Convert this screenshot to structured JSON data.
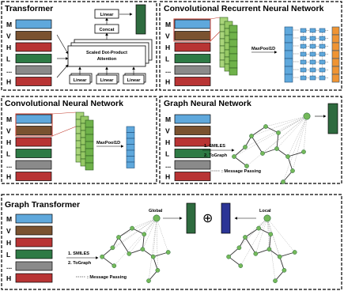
{
  "colors": {
    "M": "#5fa8dc",
    "V": "#7a5230",
    "H": "#b83434",
    "L": "#2e7a45",
    "dots": "#8a8a8a",
    "green_light": "#a9d47a",
    "green_mid": "#6fb24a",
    "green_dark": "#2e6b3f",
    "orange": "#ef9433",
    "navy": "#2c3596",
    "node": "#74b95a"
  },
  "sequence_labels": [
    "M",
    "V",
    "H",
    "L",
    "...",
    "H"
  ],
  "panels": {
    "transformer": {
      "title": "Transformer",
      "linear_top": "Linear",
      "concat": "Concat",
      "attention_line1": "Scaled Dot-Product",
      "attention_line2": "Attention",
      "linear_1": "Linear",
      "linear_2": "Linear",
      "linear_3": "Linear"
    },
    "crnn": {
      "title": "Convolutional Recurrent Neural Network",
      "pool": "MaxPool1D"
    },
    "cnn": {
      "title": "Convolutional Neural Network",
      "pool": "MaxPool1D"
    },
    "gnn": {
      "title": "Graph Neural Network",
      "step1": "1. SMILES",
      "step2": "2. ToGraph",
      "legend": ": Message Passing"
    },
    "graph_transformer": {
      "title": "Graph Transformer",
      "step1": "1. SMILES",
      "step2": "2. ToGraph",
      "legend": ": Message Passing",
      "global": "Global",
      "local": "Local",
      "operator": "⊕"
    }
  }
}
